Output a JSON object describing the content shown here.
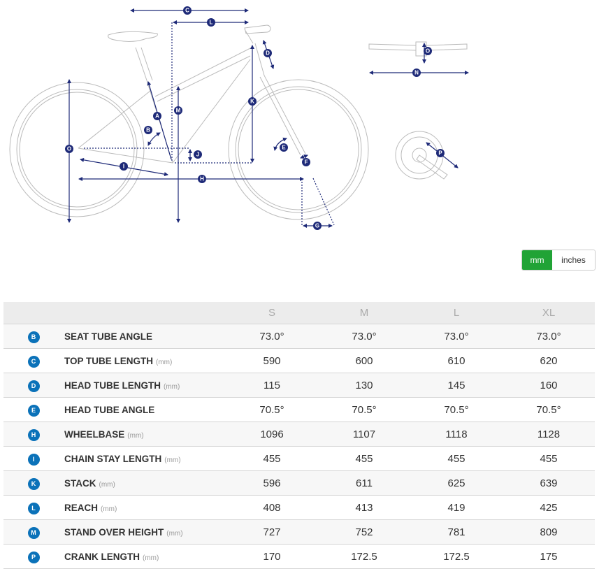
{
  "diagram": {
    "labels": {
      "A": "A",
      "B": "B",
      "C": "C",
      "D": "D",
      "E": "E",
      "F": "F",
      "G": "G",
      "H": "H",
      "I": "I",
      "J": "J",
      "K": "K",
      "L": "L",
      "M": "M",
      "N": "N",
      "O": "O",
      "P": "P"
    }
  },
  "unit_toggle": {
    "mm": "mm",
    "inches": "inches",
    "selected": "mm"
  },
  "colors": {
    "accent": "#21a336",
    "badge": "#0b72b9",
    "dimension": "#1e2a78"
  },
  "table": {
    "sizes": [
      "S",
      "M",
      "L",
      "XL"
    ],
    "rows": [
      {
        "badge": "B",
        "name": "SEAT TUBE ANGLE",
        "unit": "",
        "values": [
          "73.0°",
          "73.0°",
          "73.0°",
          "73.0°"
        ]
      },
      {
        "badge": "C",
        "name": "TOP TUBE LENGTH",
        "unit": "(mm)",
        "values": [
          "590",
          "600",
          "610",
          "620"
        ]
      },
      {
        "badge": "D",
        "name": "HEAD TUBE LENGTH",
        "unit": "(mm)",
        "values": [
          "115",
          "130",
          "145",
          "160"
        ]
      },
      {
        "badge": "E",
        "name": "HEAD TUBE ANGLE",
        "unit": "",
        "values": [
          "70.5°",
          "70.5°",
          "70.5°",
          "70.5°"
        ]
      },
      {
        "badge": "H",
        "name": "WHEELBASE",
        "unit": "(mm)",
        "values": [
          "1096",
          "1107",
          "1118",
          "1128"
        ]
      },
      {
        "badge": "I",
        "name": "CHAIN STAY LENGTH",
        "unit": "(mm)",
        "values": [
          "455",
          "455",
          "455",
          "455"
        ]
      },
      {
        "badge": "K",
        "name": "STACK",
        "unit": "(mm)",
        "values": [
          "596",
          "611",
          "625",
          "639"
        ]
      },
      {
        "badge": "L",
        "name": "REACH",
        "unit": "(mm)",
        "values": [
          "408",
          "413",
          "419",
          "425"
        ]
      },
      {
        "badge": "M",
        "name": "STAND OVER HEIGHT",
        "unit": "(mm)",
        "values": [
          "727",
          "752",
          "781",
          "809"
        ]
      },
      {
        "badge": "P",
        "name": "CRANK LENGTH",
        "unit": "(mm)",
        "values": [
          "170",
          "172.5",
          "172.5",
          "175"
        ]
      }
    ]
  }
}
